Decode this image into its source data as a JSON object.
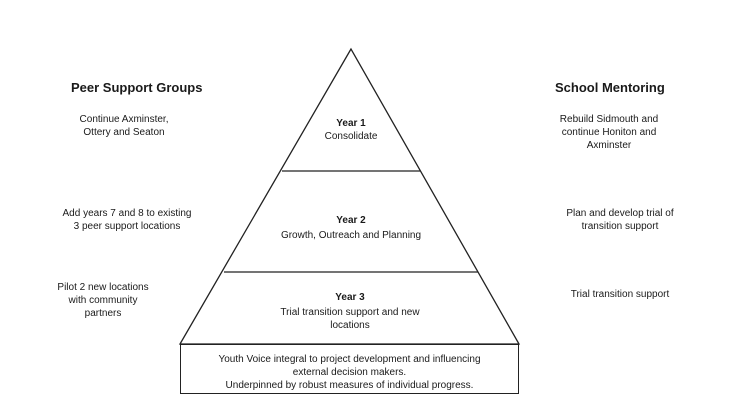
{
  "left_column": {
    "heading": "Peer Support Groups",
    "items": [
      "Continue Axminster,\nOttery and Seaton",
      "Add years 7 and 8 to existing\n3 peer support locations",
      "Pilot 2 new locations\nwith community\npartners"
    ]
  },
  "right_column": {
    "heading": "School Mentoring",
    "items": [
      "Rebuild Sidmouth and\ncontinue Honiton and\nAxminster",
      "Plan and develop trial of\ntransition support",
      "Trial transition support"
    ]
  },
  "pyramid": {
    "tiers": [
      {
        "title": "Year 1",
        "text": "Consolidate"
      },
      {
        "title": "Year 2",
        "text": "Growth, Outreach and Planning"
      },
      {
        "title": "Year 3",
        "text": "Trial transition support and new\nlocations"
      }
    ],
    "base": {
      "lines": [
        "Youth Voice integral to project development and influencing",
        "external decision makers.",
        "Underpinned by robust measures of individual progress."
      ]
    }
  }
}
